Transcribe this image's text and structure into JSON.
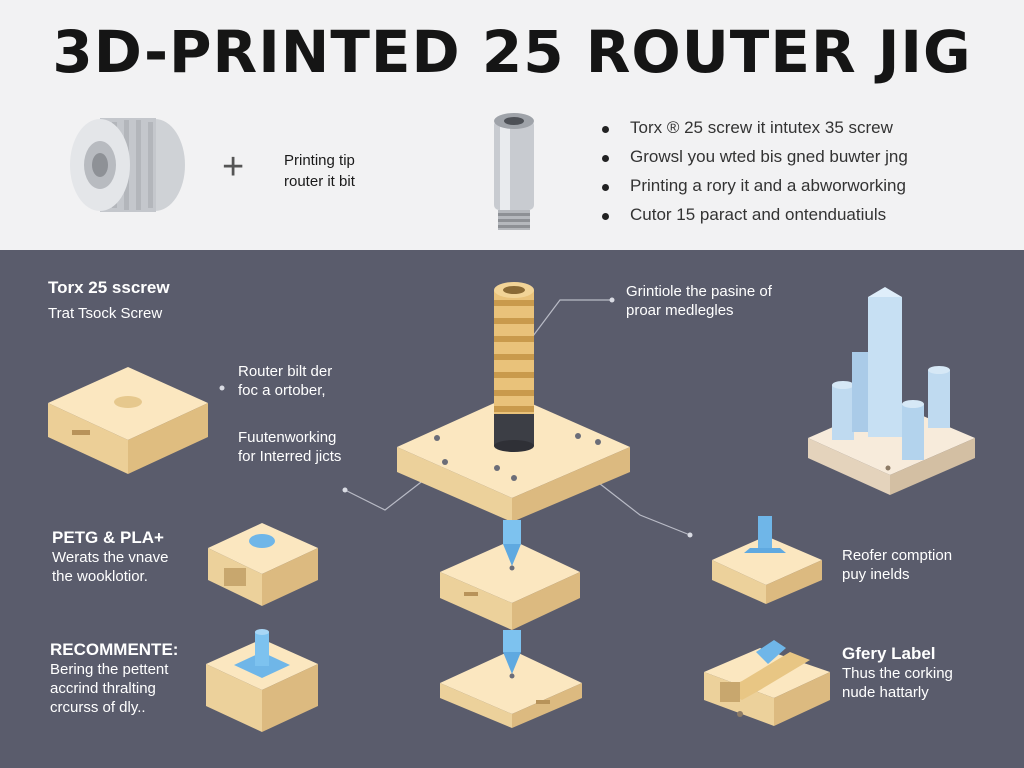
{
  "title": "3D-PRINTED 25 ROUTER JIG",
  "top": {
    "plus": "+",
    "tip_lines": [
      "Printing tip",
      "router it bit"
    ],
    "bullets": [
      "Torx ® 25 screw it intutex 35 screw",
      "Growsl you wted bis gned buwter jng",
      "Printing a rory it and a abworworking",
      "Cutor 15 paract and ontenduatiuls"
    ]
  },
  "labels": {
    "torx": {
      "heading": "Torx 25 sscrew",
      "text": [
        "Trat Tsock Screw"
      ]
    },
    "router_bit": {
      "text": [
        "Router bilt der",
        "foc a ortober,"
      ]
    },
    "futerworking": {
      "text": [
        "Fuutenworking",
        "for Interred jicts"
      ]
    },
    "grintiole": {
      "text": [
        "Grintiole the pasine of",
        "proar medlegles"
      ]
    },
    "petg": {
      "heading": "PETG & PLA+",
      "text": [
        "Werats the vnave",
        "the wooklotior."
      ]
    },
    "reofer": {
      "text": [
        "Reofer comption",
        "puy inelds"
      ]
    },
    "recommente": {
      "heading": "RECOMMENTE:",
      "text": [
        "Bering the pettent",
        "accrind thralting",
        "crcurss of dly.."
      ]
    },
    "gfery": {
      "heading": "Gfery Label",
      "text": [
        "Thus the corking",
        "nude hattarly"
      ]
    }
  },
  "colors": {
    "panel": "#5a5c6c",
    "wood": "#f5dcae",
    "blue": "#6fb6e8",
    "screw": "#e9c27a"
  }
}
